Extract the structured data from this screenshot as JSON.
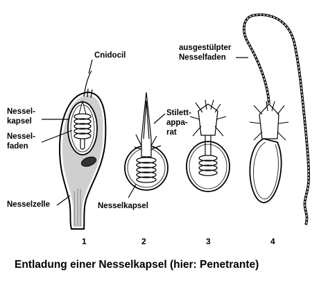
{
  "labels": {
    "cnidocil": "Cnidocil",
    "nesselkapsel_1": "Nessel-",
    "nesselkapsel_2": "kapsel",
    "nesselfaden_1": "Nessel-",
    "nesselfaden_2": "faden",
    "nesselzelle": "Nesselzelle",
    "stilett_1": "Stilett-",
    "stilett_2": "appa-",
    "stilett_3": "rat",
    "nesselkapsel_bottom": "Nesselkapsel",
    "ausgestuelpt_1": "ausgestülpter",
    "ausgestuelpt_2": "Nesselfaden"
  },
  "stages": [
    "1",
    "2",
    "3",
    "4"
  ],
  "caption": "Entladung einer Nesselkapsel (hier: Penetrante)"
}
